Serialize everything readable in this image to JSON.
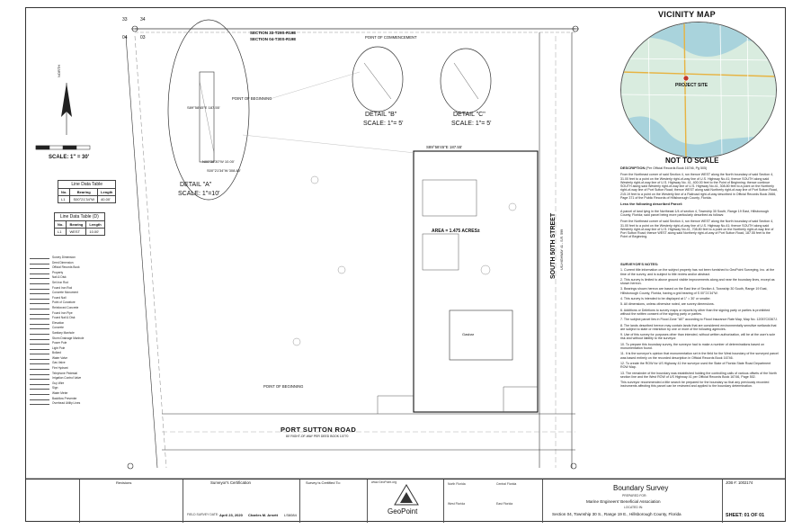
{
  "vicinity_map": {
    "title": "VICINITY MAP",
    "not_to_scale": "NOT TO SCALE",
    "project_site": "PROJECT SITE"
  },
  "plan": {
    "section_33": "SECTION 33-T29S-R19E",
    "section_04": "SECTION 04-T30S-R19E",
    "street_vertical": "SOUTH 50TH STREET",
    "street_vertical_sub": "US-HIGHWAY 41 - S.R. 599",
    "road_horizontal": "PORT SUTTON ROAD",
    "road_sub": "80' RIGHT-OF-WAY PER DEED BOOK 10770",
    "area": "AREA = 1.475 ACRES±",
    "pob": "POINT OF BEGINNING",
    "poc": "POINT OF COMMENCEMENT",
    "scale": "SCALE: 1\" = 30'",
    "north": "NORTH",
    "detail_a": "DETAIL \"A\"",
    "detail_a_scale": "SCALE: 1\"=10'",
    "detail_b": "DETAIL \"B\"",
    "detail_b_scale": "SCALE: 1\"= 5'",
    "detail_c": "DETAIL \"C\"",
    "detail_c_scale": "SCALE: 1\"= 5'",
    "bearing_top": "S89°58'45\"E 187.55'",
    "bearing_mid": "S89°58'45\"E 187.55'",
    "bearing_detail": "N00°38'30\"W 10.00'",
    "bearing_detail2": "S00°21'34\"W 308.80'",
    "building_label": "Gasbar",
    "pt_labels": [
      "33",
      "34",
      "03",
      "04"
    ]
  },
  "line_table_b": {
    "caption": "Line Data Table",
    "headers": [
      "No.",
      "Bearing",
      "Length"
    ],
    "rows": [
      [
        "L1",
        "S00°21'34\"W",
        "40.00'"
      ]
    ]
  },
  "line_table_d": {
    "caption": "Line Data Table (D)",
    "headers": [
      "No.",
      "Bearing",
      "Length"
    ],
    "rows": [
      [
        "L1",
        "WEST",
        "10.00'"
      ]
    ]
  },
  "description": {
    "title": "DESCRIPTION",
    "subtitle": "(Per Official Records Book 16746, Pg 505)",
    "p1": "From the Northeast corner of said Section 4, run thence WEST along the North boundary of said Section 4, 31.00 feet to a point on the Westerly right-of-way line of U.S. Highway No.41; thence SOUTH along said Westerly right-of-way line of U.S. Highway No. 41, 400.00 feet to the Point of Beginning; thence continue SOUTH along said Westerly right-of-way line of U.S. Highway No.41, 308.80 feet to a point on the Northerly right-of-way line of Port Sutton Road; thence WEST along said Northerly right-of-way line of Port Sutton Road, 215.19 feet to a point on the Westerly line of a Railroad right-of-way described in Official Records Book 2666, Page 371 of the Public Records of Hillsborough County, Florida.",
    "p2": "Less the following described Parcel:",
    "p3": "A parcel of land lying in the Northeast 1/4 of section 4, Township 30 South, Range 19 East, Hillsborough County, Florida; said parcel being more particularly described as follows:",
    "p4": "From the Northeast corner of said Section 4, run thence WEST along the North boundary of said Section 4, 31.00 feet to a point on the Westerly right-of-way line of U.S. Highway No.41; thence SOUTH along said Westerly right-of-way line of U.S. Highway No.41, 708.80 feet to a point on the Northerly right-of-way line of Port Sutton Road; thence WEST along said Northerly right-of-way of Port Sutton Road, 187.55 feet to the Point of Beginning."
  },
  "surveyor_notes": {
    "title": "SURVEYOR'S NOTES:",
    "items": [
      "1. Current title information on the subject property has not been furnished to GeoPoint Surveying, Inc. at the time of the survey, and is subject to title review and/or abstract.",
      "2. This survey is limited to above ground visible improvements along and near the boundary lines, except as shown hereon.",
      "3. Bearings shown hereon are based on the East line of Section 4, Township 30 South, Range 19 East, Hillsborough County, Florida, having a grid bearing of S 00°21'34\"W.",
      "4. This survey is intended to be displayed at 1\" = 30' or smaller.",
      "5. All dimensions, unless otherwise noted, are survey dimensions.",
      "6. Additions or Deletions to survey maps or reports by other than the signing party or parties is prohibited without the written consent of the signing party or parties.",
      "7. The subject parcel lies in Flood Zone \"AE\" according to Flood Insurance Rate Map, Map No. 12057C0367J.",
      "8. The lands described hereon may contain lands that are considered environmentally sensitive wetlands that are subject to state or restriction by one or more of the following agencies.",
      "9. Use of this survey for purposes other than intended, without written authorization, will be at the user's sole risk and without liability to the surveyor.",
      "10. To prepare this boundary survey, the surveyor had to make a number of determinations based on monumentation found.",
      "11. It is the surveyor's opinion that monumentation set in the field for the West boundary of the surveyed parcel was based entirely on the recorded description in Official Records Book 16746.",
      "12. To create the ROW for US Highway 41 the surveyor used the State of Florida State Road Department ROW Map.",
      "13. The remainder of the boundary was established holding the controlling calls of various offsets of the North section line and the West ROW of US Highway 41 per Official Records Book 16746, Page 502.",
      "This surveyor recommended a title search be prepared for the boundary so that any previously recorded instruments affecting this parcel can be reviewed and applied to the boundary determination."
    ]
  },
  "legend": {
    "items": [
      "Survey Dimension",
      "Deed Dimension",
      "Official Records Book",
      "Property",
      "Nail & Disk",
      "Set Iron Rod",
      "Found Iron Rod",
      "Concrete Monument",
      "Found Nail",
      "Point of Curvature",
      "Reinforced Concrete",
      "Found Iron Pipe",
      "Found Nail & Disk",
      "Elevation",
      "Concrete",
      "Sanitary Manhole",
      "Storm Drainage Manhole",
      "Power Pole",
      "Light Pole",
      "Bollard",
      "Water Valve",
      "Gas Valve",
      "Fire Hydrant",
      "Telephone Pedestal",
      "Irrigation Control Valve",
      "Guy Wire",
      "Sign",
      "Water Meter",
      "Backflow Preventer",
      "Overhead Utility Lines"
    ]
  },
  "title_block": {
    "revisions": "Revisions",
    "surveyor_cert": "Surveyor's Certification",
    "field_survey": "FIELD SURVEY DATE:",
    "field_date": "April 23, 2020",
    "surveyor_name": "Charles M. Arnett",
    "license": "LS6084",
    "certified_to": "Survey is Certified To:",
    "company": "GeoPoint",
    "website": "www.GeoPoint.org",
    "offices": [
      "North Florida",
      "Central Florida",
      "West Florida",
      "East Florida"
    ],
    "project": "Boundary Survey",
    "prepared_for": "PREPARED FOR:",
    "client": "Marine Engineers' Beneficial Association",
    "located": "LOCATED IN:",
    "location": "Section 04, Township 30 S., Range 19 E., Hillsborough County, Florida",
    "job": "JOB #: 1002174",
    "sheet": "SHEET: 01 OF 01"
  }
}
